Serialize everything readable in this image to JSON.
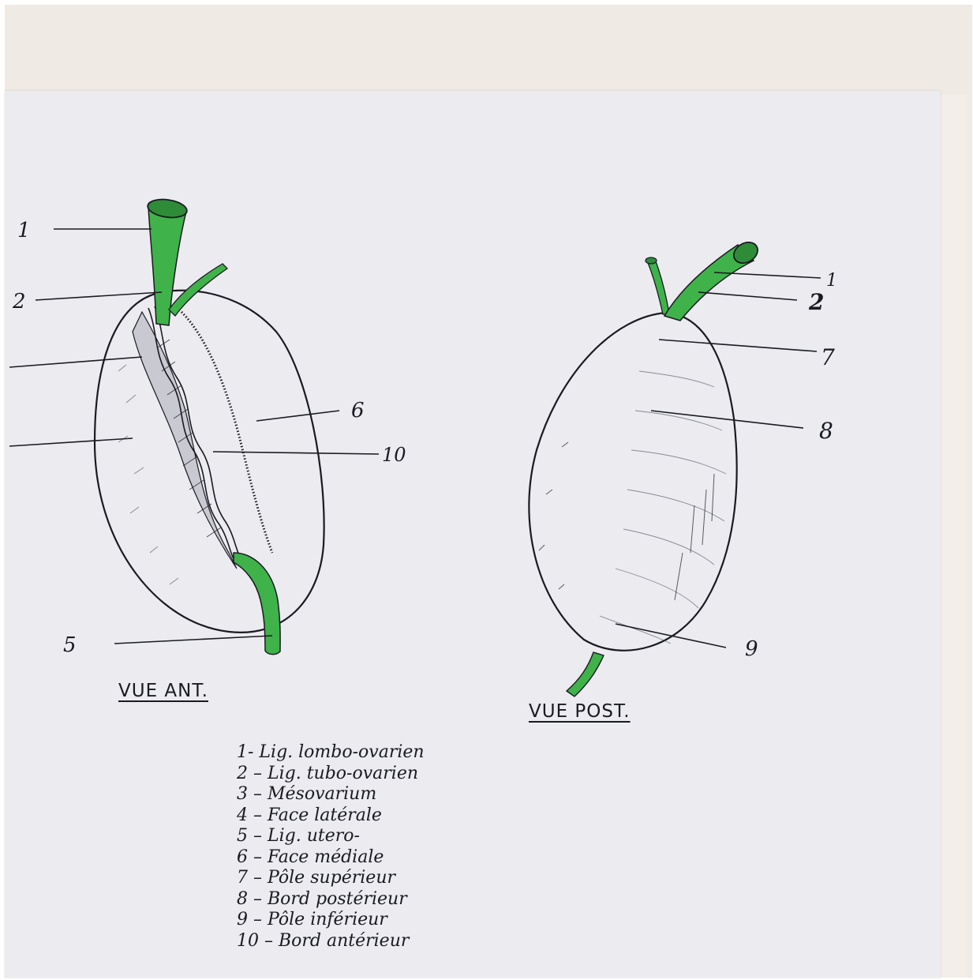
{
  "views": {
    "anterior": {
      "title": "VUE ANT.",
      "labels": [
        "1",
        "2",
        "5",
        "6",
        "10"
      ]
    },
    "posterior": {
      "title": "VUE POST.",
      "labels": [
        "1",
        "2",
        "7",
        "8",
        "9"
      ]
    }
  },
  "legend": [
    "1- Lig. lombo-ovarien",
    "2 – Lig. tubo-ovarien",
    "3 – Mésovarium",
    "4 – Face latérale",
    "5 – Lig. utero-",
    "6 – Face médiale",
    "7 – Pôle supérieur",
    "8 – Bord postérieur",
    "9 – Pôle inférieur",
    "10 – Bord antérieur"
  ],
  "colors": {
    "ligament": "#3fb24a",
    "ink": "#1a1a22",
    "paper": "#ebebf0"
  }
}
